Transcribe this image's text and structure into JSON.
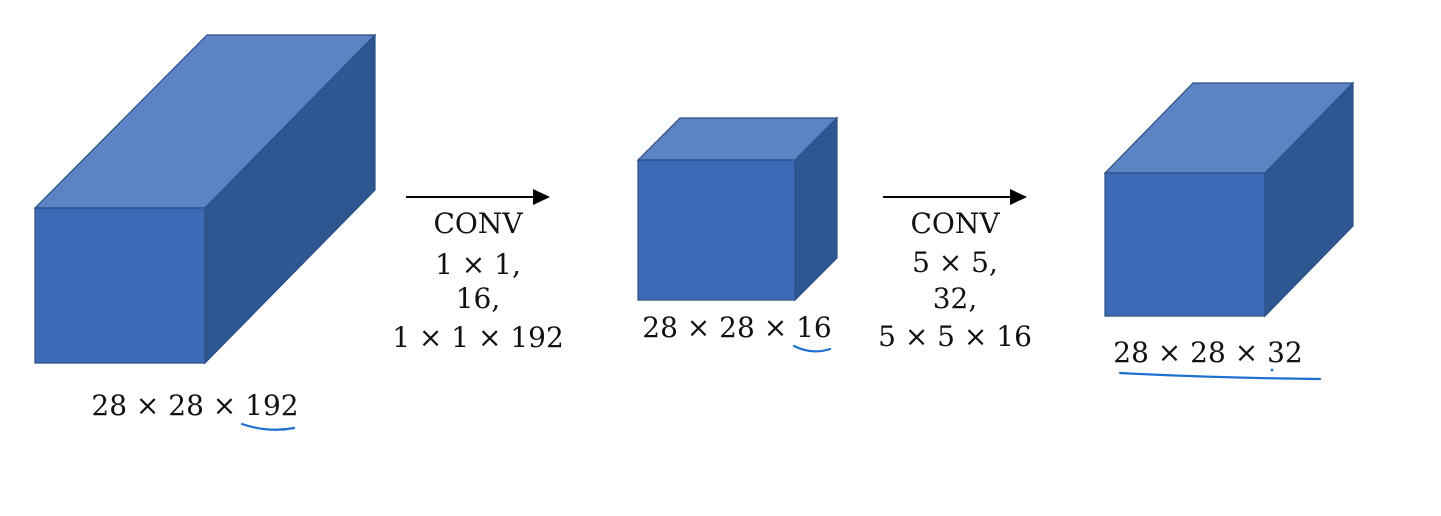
{
  "colors": {
    "front": "#3c6ab6",
    "top": "#5c84c4",
    "side": "#2e5690",
    "annotation": "#1f6fd1"
  },
  "volumes": {
    "input": "28 × 28 × 192",
    "middle": "28 × 28 × 16",
    "output": "28 × 28 × 32"
  },
  "conv1": {
    "title": "CONV",
    "filter_size": "1 × 1,",
    "num_filters": "16,",
    "filter_shape": "1 × 1 × 192"
  },
  "conv2": {
    "title": "CONV",
    "filter_size": "5 × 5,",
    "num_filters": "32,",
    "filter_shape": "5 × 5 × 16"
  }
}
